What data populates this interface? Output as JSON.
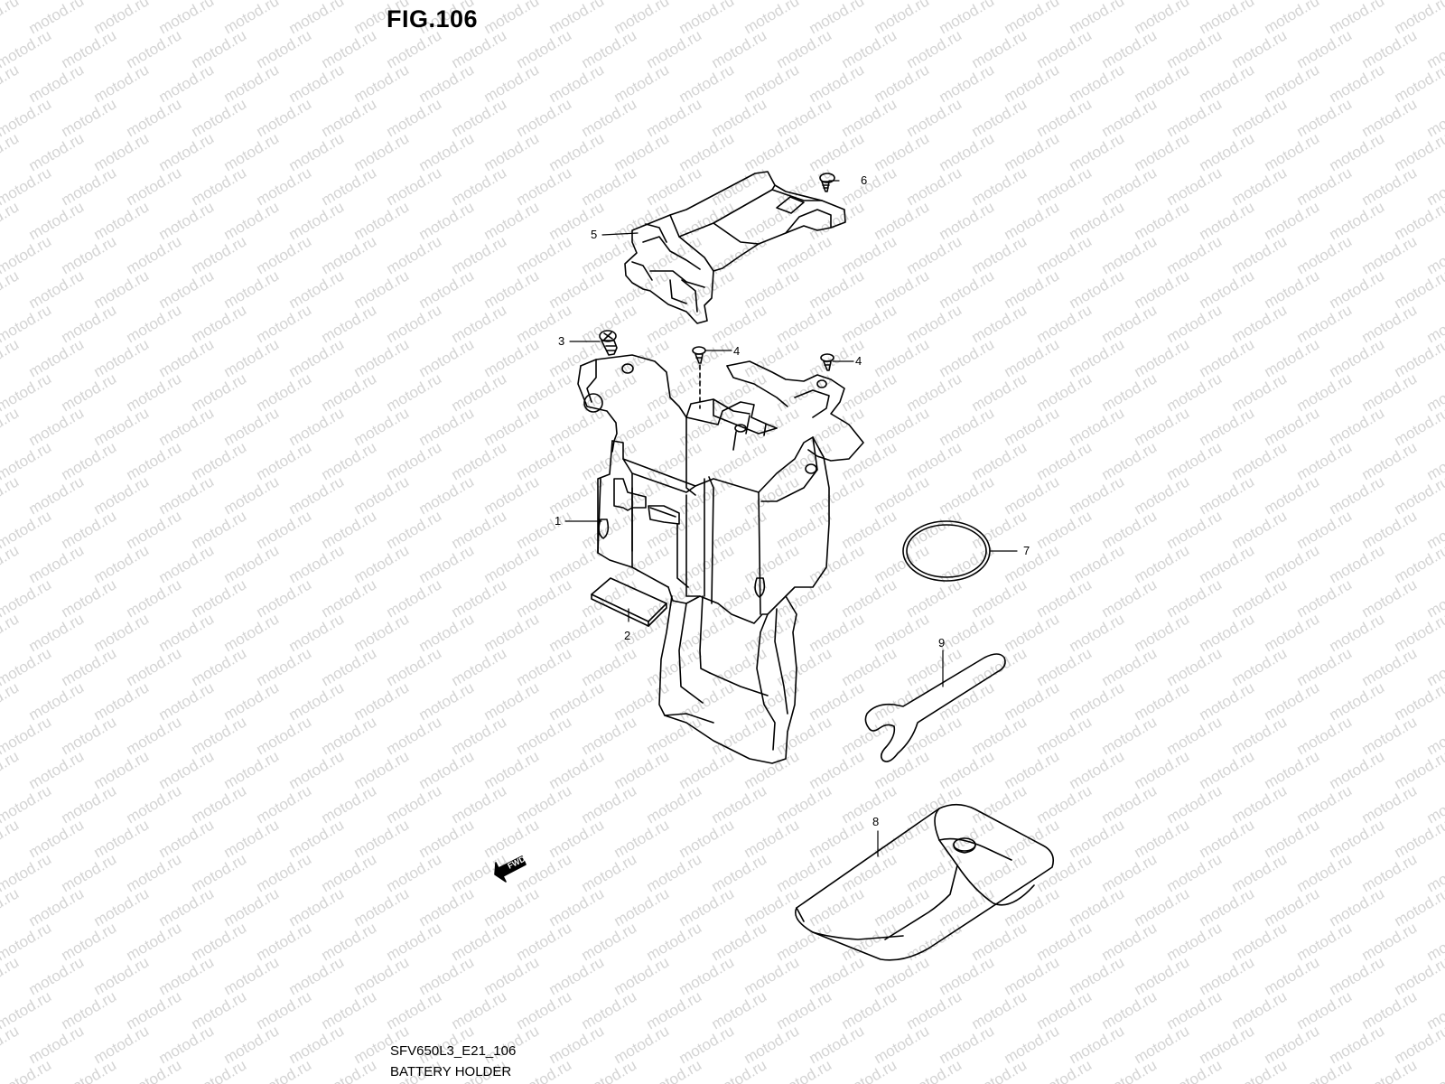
{
  "figure": {
    "title": "FIG.106",
    "code": "SFV650L3_E21_106",
    "name": "BATTERY HOLDER"
  },
  "watermark": {
    "text": "motod.ru",
    "color": "#d4d4d4"
  },
  "fwd_marker": {
    "text": "FWD"
  },
  "callouts": [
    {
      "number": "1",
      "part": "battery holder"
    },
    {
      "number": "2",
      "part": "cushion pad"
    },
    {
      "number": "3",
      "part": "bolt"
    },
    {
      "number": "4",
      "part": "screw"
    },
    {
      "number": "4",
      "part": "screw"
    },
    {
      "number": "5",
      "part": "battery holder cover"
    },
    {
      "number": "6",
      "part": "screw"
    },
    {
      "number": "7",
      "part": "band"
    },
    {
      "number": "8",
      "part": "tool bag"
    },
    {
      "number": "9",
      "part": "spanner"
    }
  ],
  "colors": {
    "line": "#000000",
    "background": "#ffffff"
  }
}
